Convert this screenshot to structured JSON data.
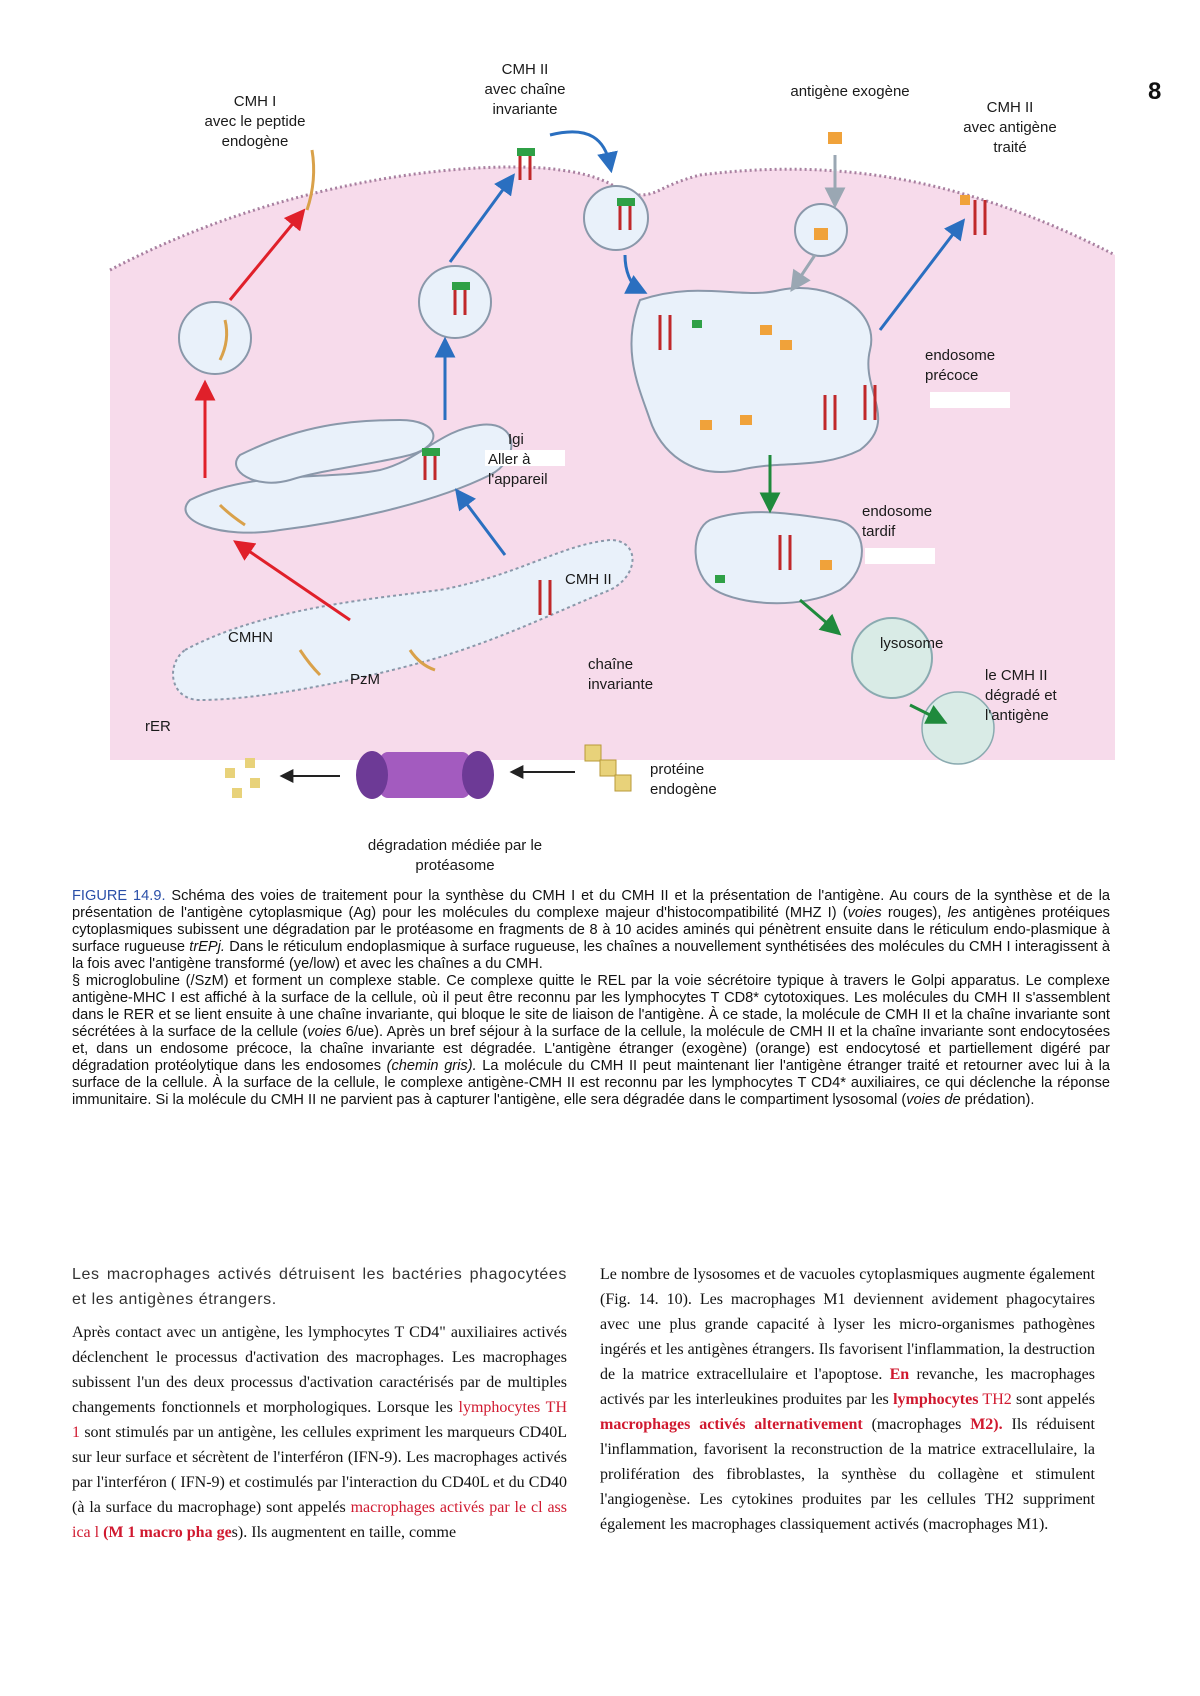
{
  "page_number": "8",
  "figure": {
    "labels": {
      "mhc1_peptide": [
        "CMH I",
        "avec le peptide",
        "endogène"
      ],
      "mhc2_chain": [
        "CMH II",
        "avec chaîne",
        "invariante"
      ],
      "exogenous_antigen": "antigène exogène",
      "mhc2_processed": [
        "CMH II",
        "avec antigène",
        "traité"
      ],
      "early_endosome": [
        "endosome",
        "précoce"
      ],
      "golgi": [
        "Igi",
        "Aller à",
        "l'appareil"
      ],
      "late_endosome": [
        "endosome",
        "tardif"
      ],
      "mhc2_rer": "CMH II",
      "cmhn": "CMHN",
      "pzm": "PzM",
      "invariant_chain": [
        "chaîne",
        "invariante"
      ],
      "lysosome": "lysosome",
      "degraded": [
        "le CMH II",
        "dégradé et",
        "l'antigène"
      ],
      "rer": "rER",
      "endogenous_protein": [
        "protéine",
        "endogène"
      ],
      "proteasome": [
        "dégradation médiée par le",
        "protéasome"
      ]
    }
  },
  "caption": {
    "figure_label": "FIGURE 14.9.",
    "part1_a": " Schéma des voies de traitement pour la synthèse du CMH I et du CMH II et la présentation de l'antigène. Au cours de la synthèse et de la présentation de l'antigène cytoplasmique (Ag) pour les molécules du complexe majeur d'histocompatibilité (MHZ I) (",
    "part1_voies": "voies",
    "part1_b": " rouges), ",
    "part1_les": "les",
    "part1_c": " antigènes protéiques cytoplasmiques subissent une dégradation par le protéasome en fragments de 8 à 10 acides aminés qui pénètrent ensuite dans le réticulum endo-plasmique à surface rugueuse ",
    "part1_trep": "trEPj.",
    "part1_d": " Dans le réticulum endoplasmique à surface rugueuse, les chaînes a nouvellement synthétisées des molécules du CMH I interagissent à la fois avec l'antigène transformé (ye/low) et avec les chaînes a du CMH.",
    "part2_a": "§ microglobuline (/SzM) et forment un complexe stable. Ce complexe quitte le REL par la voie sécrétoire typique à travers le Golpi appa­ratus. Le complexe antigène-MHC I est affiché à la surface de la cellule, où il peut être reconnu par les lymphocytes T CD8* cytotoxiques. Les molécules du CMH II s'assemblent dans le RER et se lient ensuite à une chaîne invariante, qui bloque le site de liaison de l'antigène. À ce stade, la molécule de CMH II et la chaîne invariante sont sécrétées à la surface de la cellule (",
    "part2_voies": "voies",
    "part2_b": " 6/ue). Après un bref séjour à la surface de la cellule, la molécule de CMH II et la chaîne invariante sont endocytosées et, dans un endosome précoce, la chaîne invariante est dégradée. L'antigène étranger (exogène) (orange) est endocytosé et partiellement digéré par dégradation protéolytique dans les endosomes ",
    "part2_chemin": "(chemin gris).",
    "part2_c": " La molécule du CMH II peut maintenant lier l'antigène étranger traité et retourner avec lui à la surface de la cellule. À la surface de la cellule, le complexe antigène-CMH II est reconnu par les lymphocytes T CD4* auxiliaires, ce qui déclenche la réponse immunitaire. Si la molécule du CMH II ne parvient pas à capturer l'antigène, elle sera dégradée dans le compartiment lysosomal (",
    "part2_voiesde": "voies de",
    "part2_d": " prédation)."
  },
  "body": {
    "left": {
      "lead": "Les macrophages activés détruisent les bactéries phagocytées et les antigènes étrangers.",
      "p1": "Après contact avec un antigène, les lymphocytes T CD4\" auxiliaires activés déclenchent le processus d'activation des macrophages. Les macrophages subissent l'un des deux processus d'activation caractérisés par de multiples changements fonctionnels et morphologiques. Lorsque les ",
      "th1": "lymphocytes TH 1",
      "p2": " sont stimulés par un antigène, les cellules expriment les marqueurs CD40L sur leur surface et sécrètent de l'interféron (IFN-9). Les macrophages activés par l'interféron ( IFN-9) et costimulés par l'interaction du CD40L et du CD40 (à la surface du macrophage) sont appelés ",
      "m1a": "macrophages activés par le cl ass ica l ",
      "m1b": "(M 1 macro pha ge",
      "m1c": "s)",
      "p3": ". Ils augmentent en taille, comme"
    },
    "right": {
      "p1": "Le nombre de lysosomes et de vacuoles cytoplasmiques augmente également (Fig. 14. 10). Les macrophages M1 deviennent avidement phagocytaires avec une plus grande capacité à lyser les micro-organismes pathogènes ingérés et les antigènes étrangers. Ils favorisent l'inflammation, la destruction de la matrice extracellulaire et l'apoptose. ",
      "en": "En",
      "p2": " revanche, les macrophages activés par les interleukines produites par les ",
      "lymph": "lymphocytes",
      "th2": " TH2",
      "p3": " sont appelés ",
      "m2": "macrophages activés alternativement",
      "p4": " (macrophages ",
      "m2b": "M2).",
      "p5": " Ils réduisent l'inflammation, favorisent la reconstruction de la matrice extracellulaire, la prolifération des fibroblastes, la synthèse du collagène et stimulent l'angiogenèse. Les cytokines produites par les cellules TH2 suppriment également les macrophages classiquement activés (macrophages M1)."
    }
  }
}
